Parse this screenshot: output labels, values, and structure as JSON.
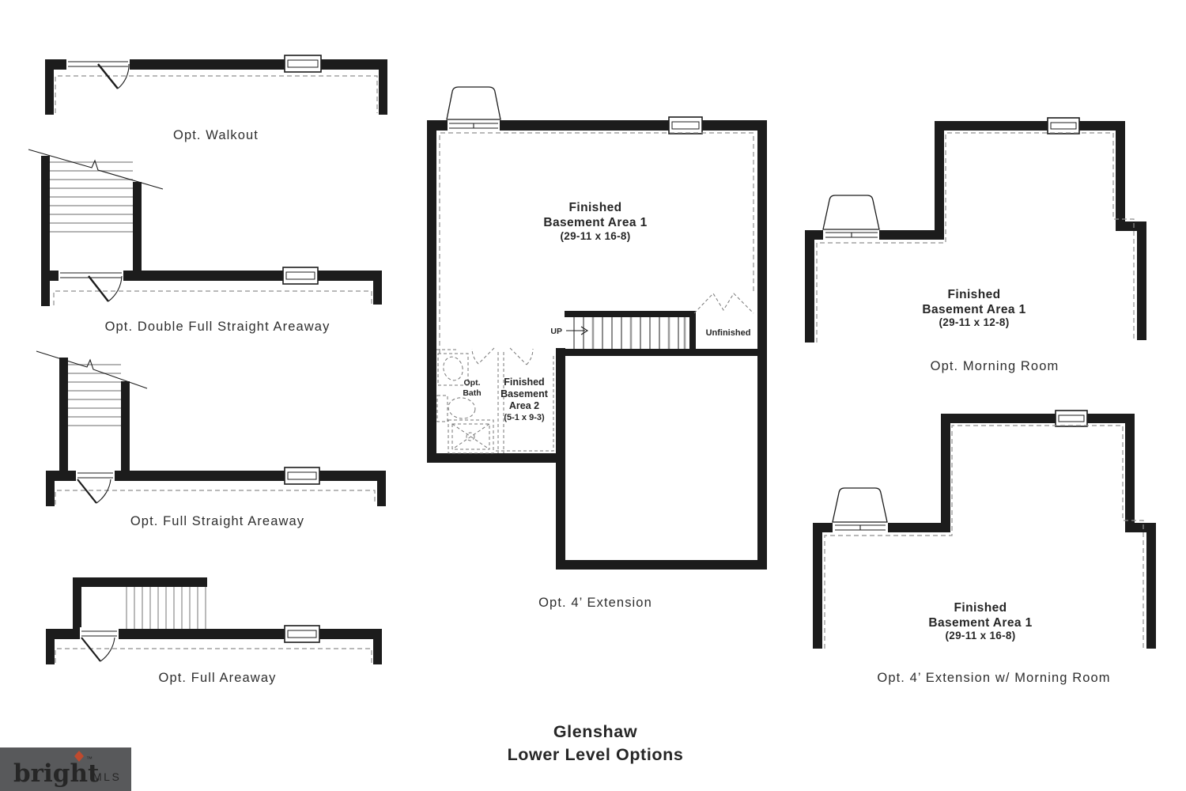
{
  "colors": {
    "wall": "#1c1c1c",
    "dashed_line": "#8f8f8f",
    "tread_gray": "#9c9c9c",
    "label_text": "#2e2e2e",
    "logo_box": "#58595b",
    "logo_text": "#ece9e2",
    "logo_mls": "#b5b6b8",
    "logo_diamond": "#bf4a2e"
  },
  "plans": {
    "walkout": {
      "label": "Opt. Walkout"
    },
    "double_full": {
      "label": "Opt. Double Full Straight Areaway"
    },
    "full_straight": {
      "label": "Opt. Full Straight Areaway"
    },
    "full": {
      "label": "Opt. Full Areaway"
    },
    "extension": {
      "label": "Opt. 4’ Extension",
      "area1": {
        "l1": "Finished",
        "l2": "Basement Area 1",
        "dims": "(29-11 x 16-8)"
      },
      "area2": {
        "l1": "Finished",
        "l2": "Basement",
        "l3": "Area 2",
        "dims": "(5-1 x 9-3)"
      },
      "bath": {
        "l1": "Opt.",
        "l2": "Bath"
      },
      "up": "UP",
      "unfinished": "Unfinished"
    },
    "morning": {
      "label": "Opt. Morning Room",
      "area1": {
        "l1": "Finished",
        "l2": "Basement Area 1",
        "dims": "(29-11 x 12-8)"
      }
    },
    "ext_morning": {
      "label": "Opt. 4’ Extension w/ Morning Room",
      "area1": {
        "l1": "Finished",
        "l2": "Basement Area 1",
        "dims": "(29-11 x 16-8)"
      }
    }
  },
  "title": {
    "line1": "Glenshaw",
    "line2": "Lower Level Options"
  },
  "logo": {
    "brand": "bright",
    "tm": "™",
    "mls": "MLS"
  }
}
